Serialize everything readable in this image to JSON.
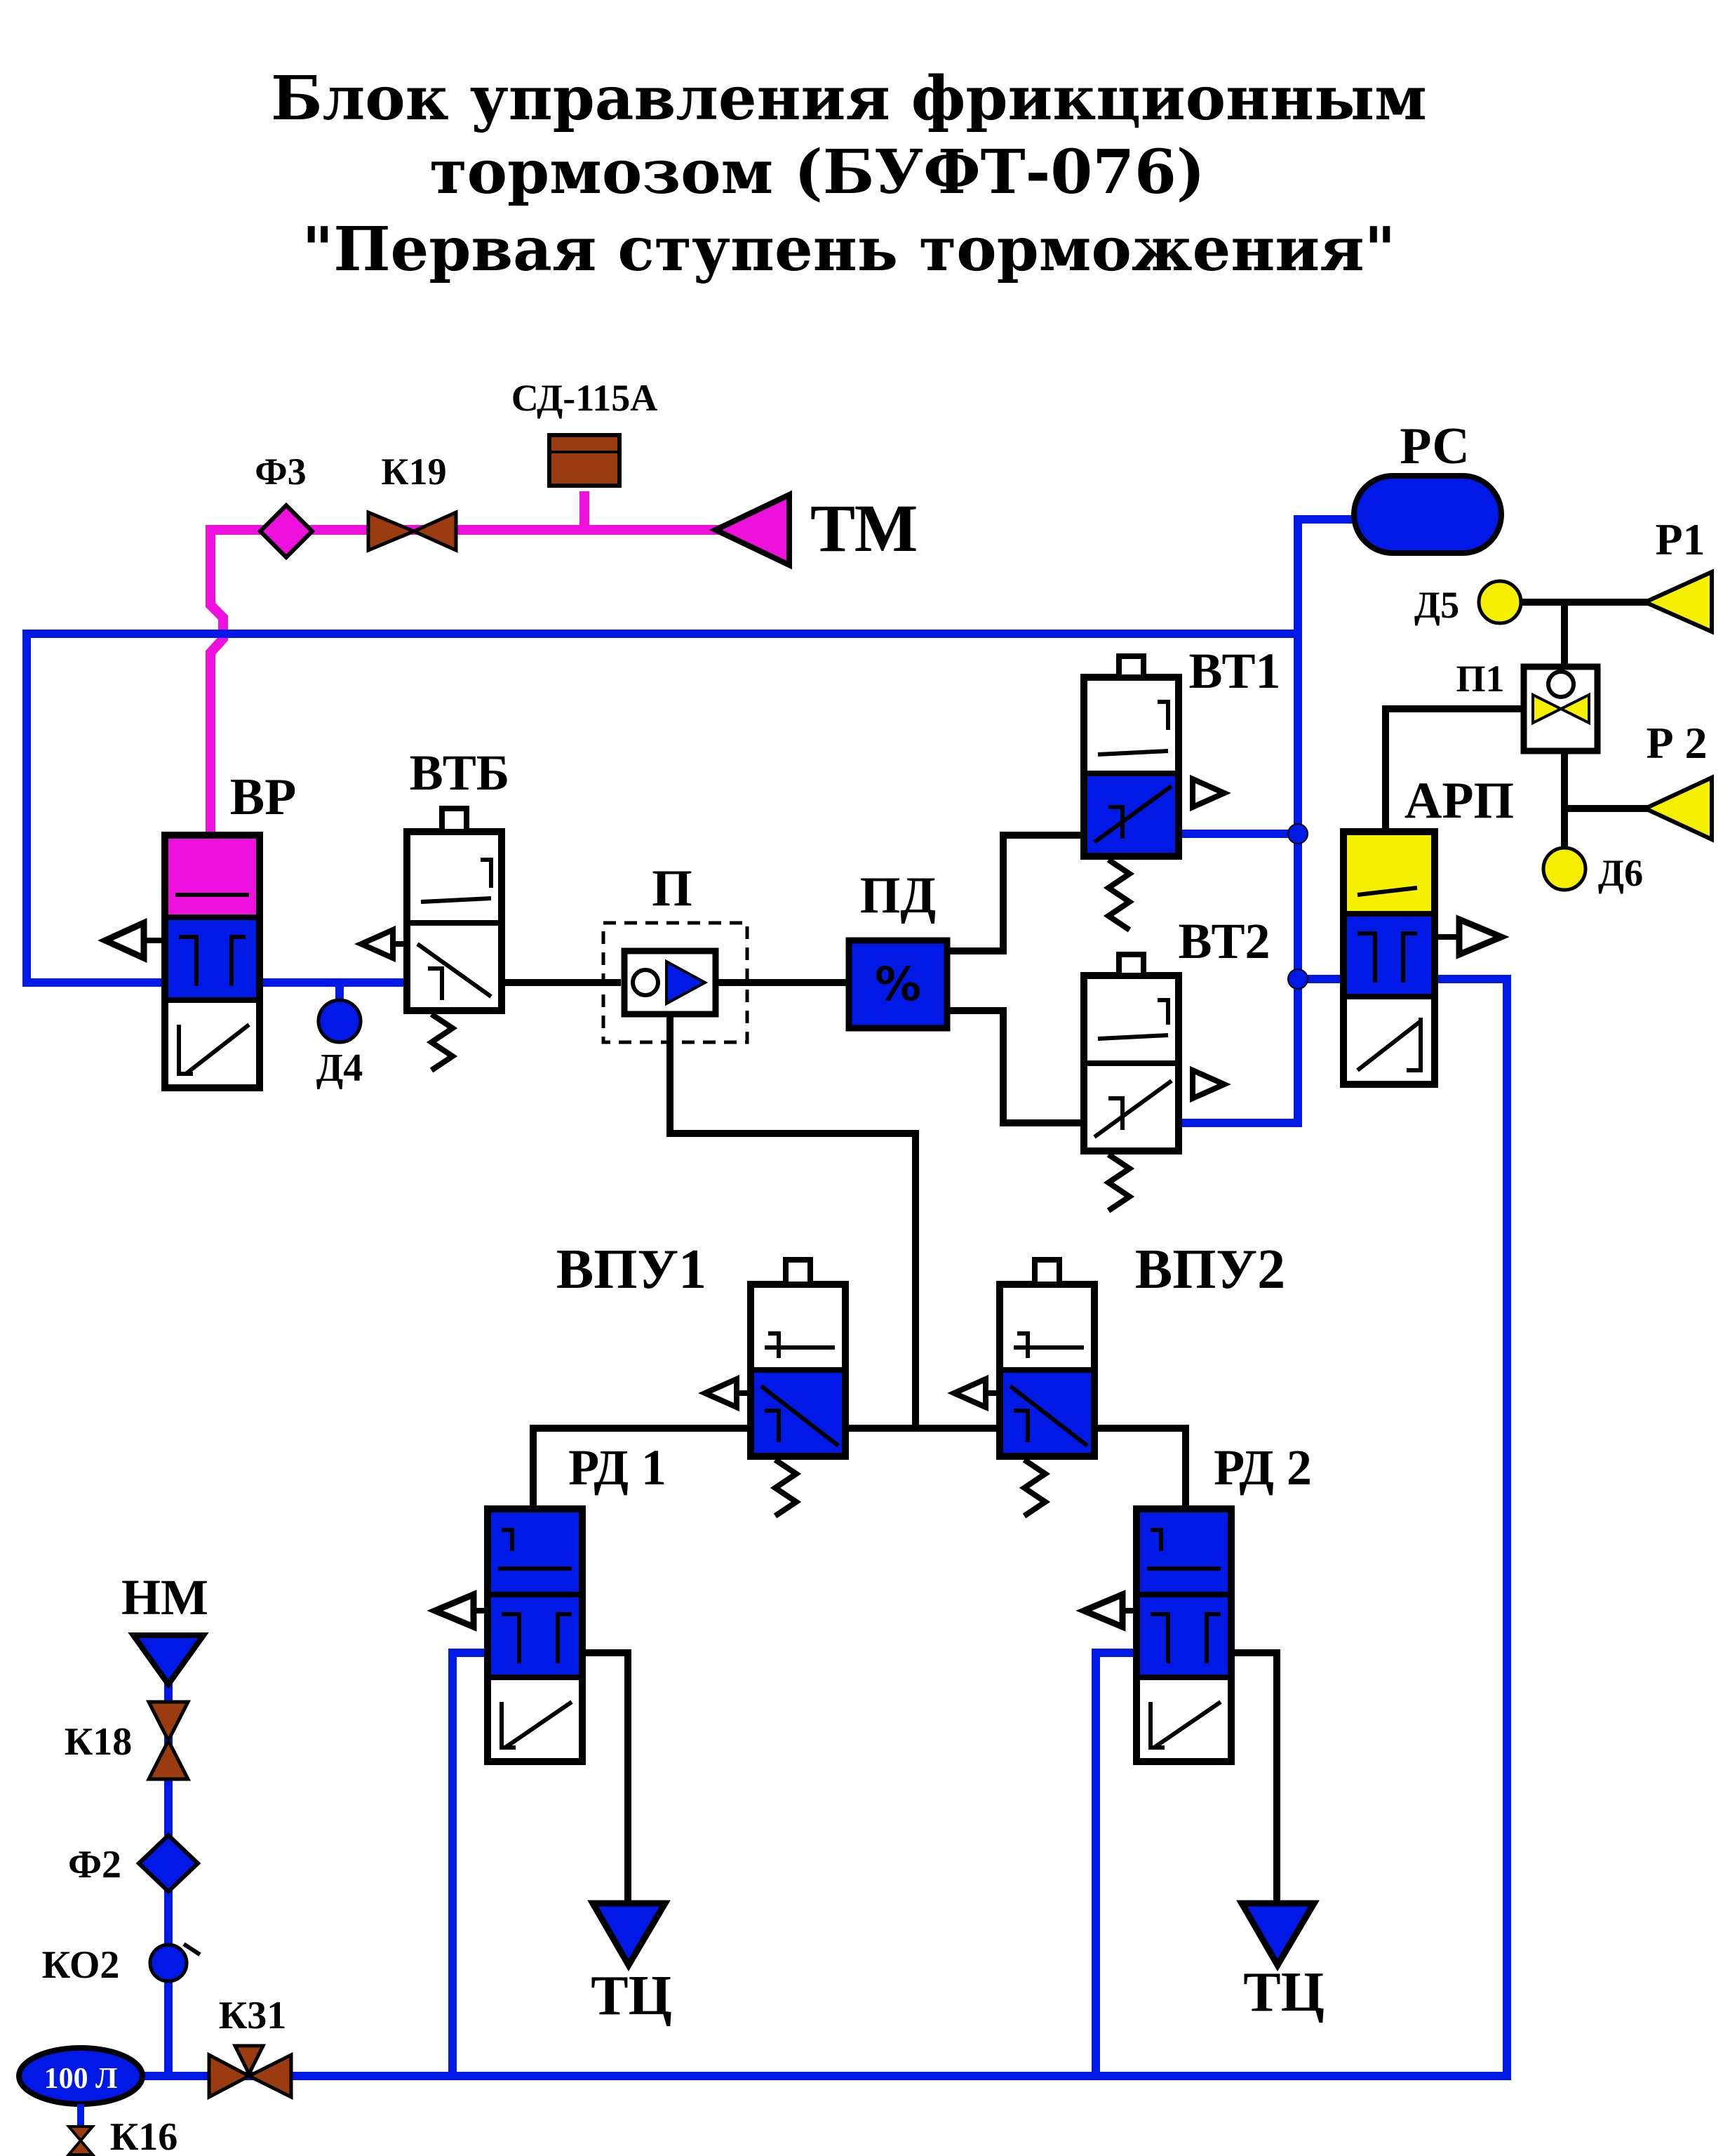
{
  "title": {
    "line1": "Блок управления фрикционным",
    "line2": "тормозом (БУФТ-076)",
    "line3": "\"Первая ступень торможения\""
  },
  "labels": {
    "sd115a": "СД-115А",
    "tm": "ТМ",
    "f3": "Ф3",
    "k19": "К19",
    "rs": "РС",
    "p1_right": "Р1",
    "p2_right": "Р 2",
    "d5": "Д5",
    "d6": "Д6",
    "p1_valve": "П1",
    "arp": "АРП",
    "vt1": "ВТ1",
    "vt2": "ВТ2",
    "vr": "ВР",
    "vtb": "ВТБ",
    "p": "П",
    "pd": "ПД",
    "pd_symbol": "%",
    "d4": "Д4",
    "vpu1": "ВПУ1",
    "vpu2": "ВПУ2",
    "rd1": "РД 1",
    "rd2": "РД 2",
    "nm": "НМ",
    "k18": "К18",
    "f2": "Ф2",
    "ko2": "КО2",
    "k31": "К31",
    "tank": "100 Л",
    "k16": "К16",
    "tc_left": "ТЦ",
    "tc_right": "ТЦ"
  },
  "colors": {
    "blue_line": "#0019e6",
    "blue_fill": "#0019e6",
    "magenta": "#ee11dd",
    "yellow": "#f5f000",
    "brown": "#9a3c10",
    "black": "#000000"
  }
}
